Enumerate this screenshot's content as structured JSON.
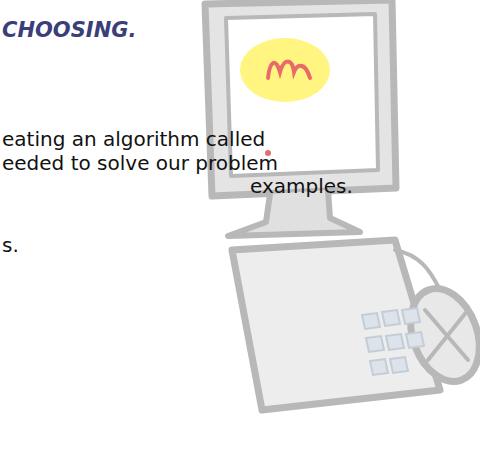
{
  "diagram": {
    "title": "CHOOSING.",
    "labels": [
      "eating an algorithm called",
      "eeded to solve our problem",
      "examples.",
      "s."
    ]
  }
}
